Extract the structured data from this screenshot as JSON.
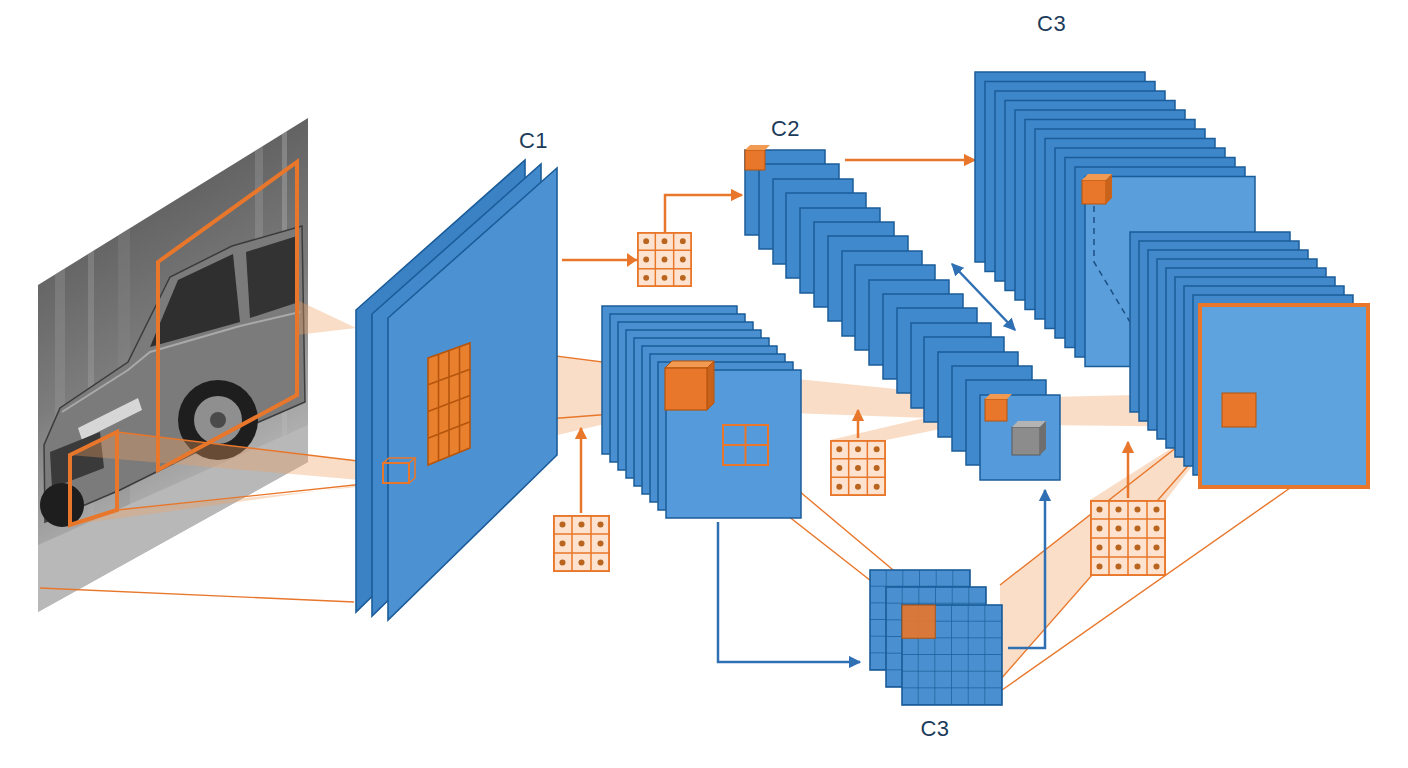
{
  "diagram": {
    "nodes": [
      {
        "text": [
          "C1"
        ]
      },
      {
        "text": [
          "C2"
        ]
      },
      {
        "text": [
          "C3"
        ]
      },
      {
        "text": [
          "C3"
        ]
      }
    ],
    "edges": [
      {
        "from": 0,
        "to": 1,
        "arrow": "to"
      },
      {
        "from": 1,
        "to": 2,
        "arrow": "to"
      }
    ]
  }
}
